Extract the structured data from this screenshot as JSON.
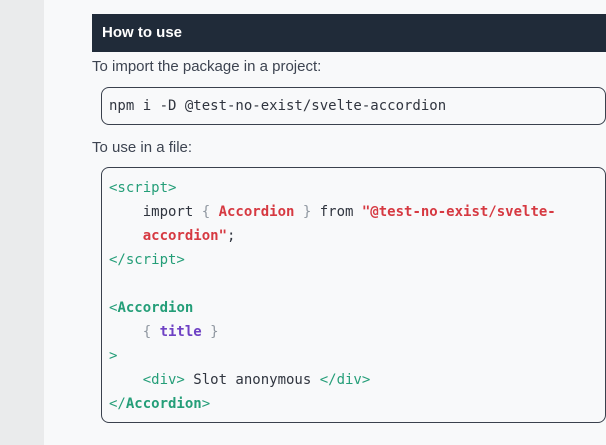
{
  "header": {
    "title": "How to use"
  },
  "intro": {
    "text": "To import the package in a project:"
  },
  "install_code": {
    "text": "npm i -D @test-no-exist/svelte-accordion"
  },
  "usage_intro": {
    "text": "To use in a file:"
  },
  "usage_code": {
    "lines": [
      [
        {
          "c": "tag",
          "t": "<script>"
        }
      ],
      [
        {
          "c": "txt",
          "t": "    import "
        },
        {
          "c": "pun",
          "t": "{ "
        },
        {
          "c": "cmp",
          "t": "Accordion"
        },
        {
          "c": "pun",
          "t": " }"
        },
        {
          "c": "txt",
          "t": " from "
        },
        {
          "c": "str",
          "t": "\"@test-no-exist/svelte-"
        }
      ],
      [
        {
          "c": "str",
          "t": "    accordion\""
        },
        {
          "c": "txt",
          "t": ";"
        }
      ],
      [
        {
          "c": "tag",
          "t": "</script>"
        }
      ],
      [],
      [
        {
          "c": "tag",
          "t": "<"
        },
        {
          "c": "tagb",
          "t": "Accordion"
        }
      ],
      [
        {
          "c": "pun",
          "t": "    { "
        },
        {
          "c": "prop",
          "t": "title"
        },
        {
          "c": "pun",
          "t": " }"
        }
      ],
      [
        {
          "c": "tag",
          "t": ">"
        }
      ],
      [
        {
          "c": "tag",
          "t": "    <div>"
        },
        {
          "c": "txt",
          "t": " Slot anonymous "
        },
        {
          "c": "tag",
          "t": "</div>"
        }
      ],
      [
        {
          "c": "tag",
          "t": "</"
        },
        {
          "c": "tagb",
          "t": "Accordion"
        },
        {
          "c": "tag",
          "t": ">"
        }
      ]
    ]
  },
  "colors": {
    "header_bg": "#202b39",
    "header_text": "#ffffff",
    "page_bg": "#f8f9fa",
    "gutter_bg": "#eaebec",
    "code_border": "#3a414d",
    "body_text": "#3d4451",
    "code_text": "#30353f",
    "syntax_tag_green": "#249e78",
    "syntax_component_red": "#d63941",
    "syntax_string_red": "#d63941",
    "syntax_prop_purple": "#6e41c4",
    "syntax_punct_gray": "#8f97a0"
  }
}
